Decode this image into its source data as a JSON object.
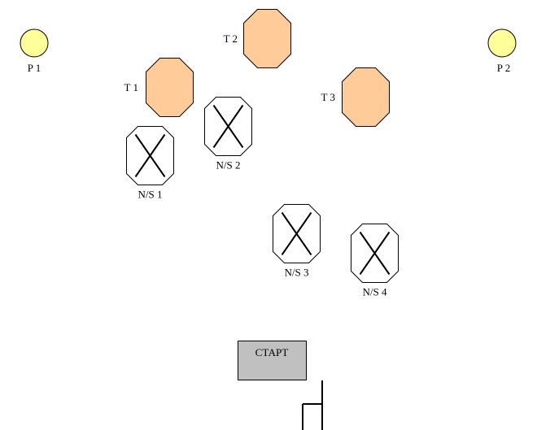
{
  "colors": {
    "target_fill": "#ffcc99",
    "point_fill": "#ffff99",
    "start_fill": "#c0c0c0",
    "stroke": "#000000"
  },
  "points": [
    {
      "label": "P 1"
    },
    {
      "label": "P 2"
    }
  ],
  "targets": [
    {
      "label": "T 1"
    },
    {
      "label": "T 2"
    },
    {
      "label": "T 3"
    }
  ],
  "no_shoots": [
    {
      "label": "N/S 1"
    },
    {
      "label": "N/S 2"
    },
    {
      "label": "N/S 3"
    },
    {
      "label": "N/S 4"
    }
  ],
  "start": {
    "label": "СТАРТ"
  }
}
